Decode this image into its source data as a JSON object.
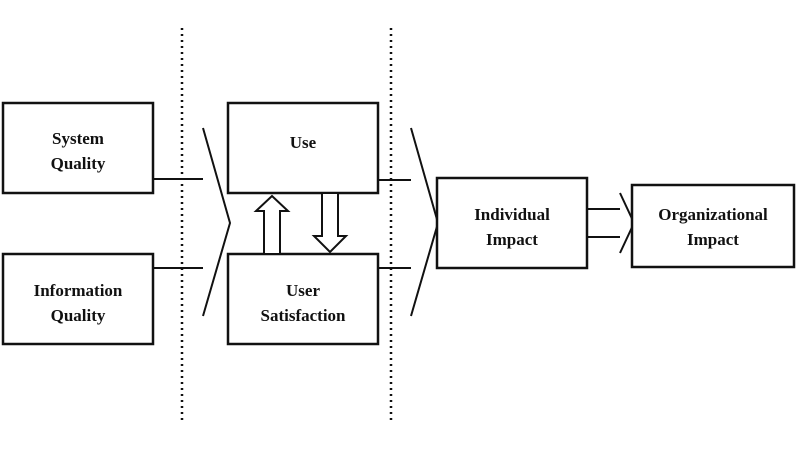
{
  "diagram": {
    "nodes": {
      "system_quality": {
        "line1": "System",
        "line2": "Quality"
      },
      "information_quality": {
        "line1": "Information",
        "line2": "Quality"
      },
      "use": {
        "line1": "Use"
      },
      "user_satisfaction": {
        "line1": "User",
        "line2": "Satisfaction"
      },
      "individual_impact": {
        "line1": "Individual",
        "line2": "Impact"
      },
      "organizational_impact": {
        "line1": "Organizational",
        "line2": "Impact"
      }
    },
    "colors": {
      "stroke": "#111111",
      "background": "#ffffff"
    }
  }
}
